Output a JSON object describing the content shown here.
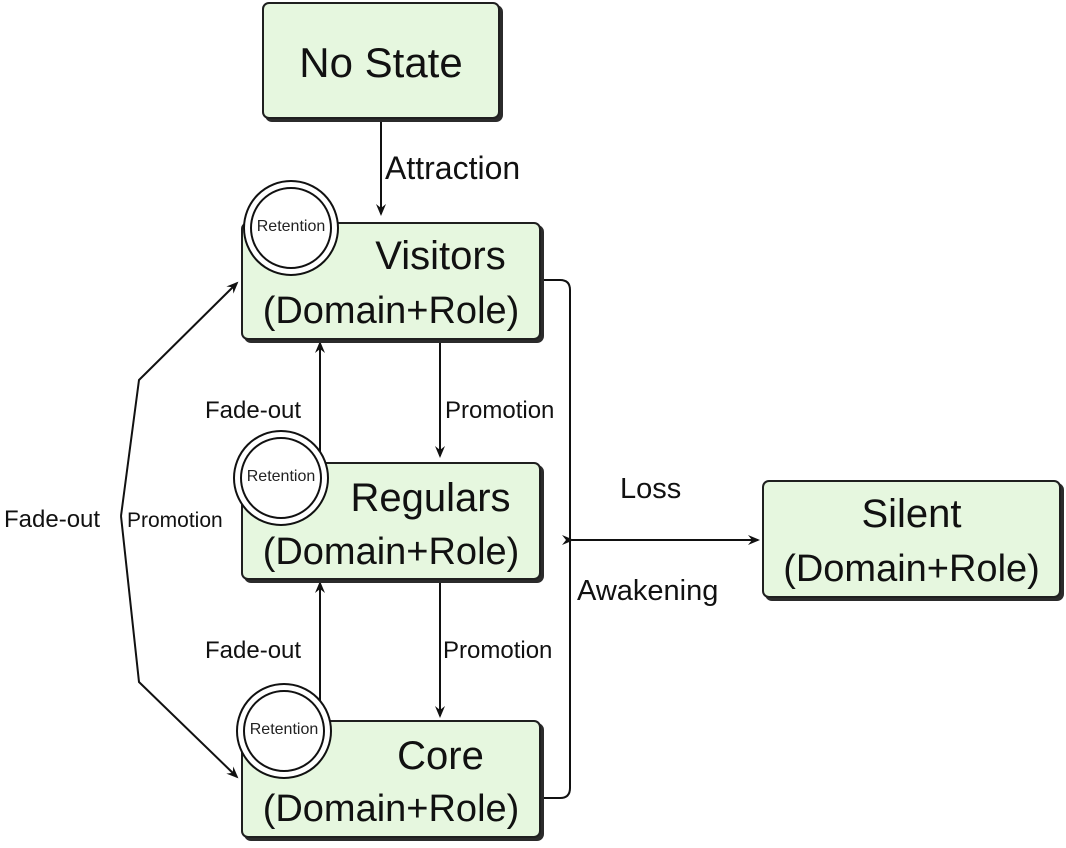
{
  "nodes": {
    "no_state": {
      "title": "No State"
    },
    "visitors": {
      "title": "Visitors",
      "subtitle": "(Domain+Role)"
    },
    "regulars": {
      "title": "Regulars",
      "subtitle": "(Domain+Role)"
    },
    "core": {
      "title": "Core",
      "subtitle": "(Domain+Role)"
    },
    "silent": {
      "title": "Silent",
      "subtitle": "(Domain+Role)"
    }
  },
  "retention": {
    "visitors": "Retention",
    "regulars": "Retention",
    "core": "Retention"
  },
  "edge_labels": {
    "attraction": "Attraction",
    "promotion_visitors_regulars": "Promotion",
    "fade_out_regulars_visitors": "Fade-out",
    "promotion_regulars_core": "Promotion",
    "fade_out_core_regulars": "Fade-out",
    "fade_out_outer": "Fade-out",
    "promotion_outer": "Promotion",
    "loss": "Loss",
    "awakening": "Awakening"
  },
  "colors": {
    "node_fill": "#e6f7df",
    "stroke": "#111111"
  }
}
